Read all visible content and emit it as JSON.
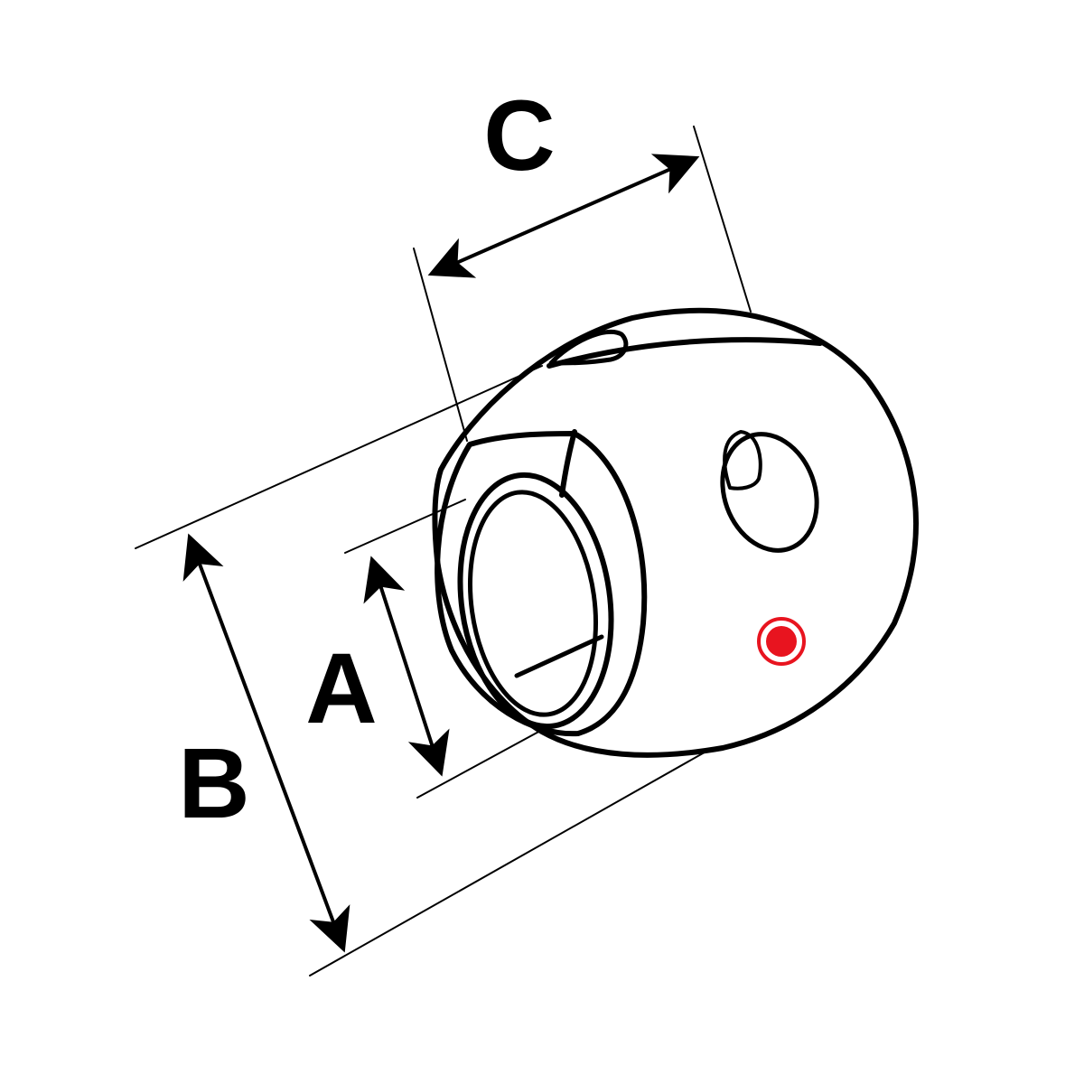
{
  "diagram": {
    "type": "dimension-drawing",
    "subject": "shaft-anode",
    "labels": {
      "a": "A",
      "b": "B",
      "c": "C"
    },
    "colors": {
      "background": "#ffffff",
      "outline": "#000000",
      "marker": "#e8141f"
    }
  }
}
